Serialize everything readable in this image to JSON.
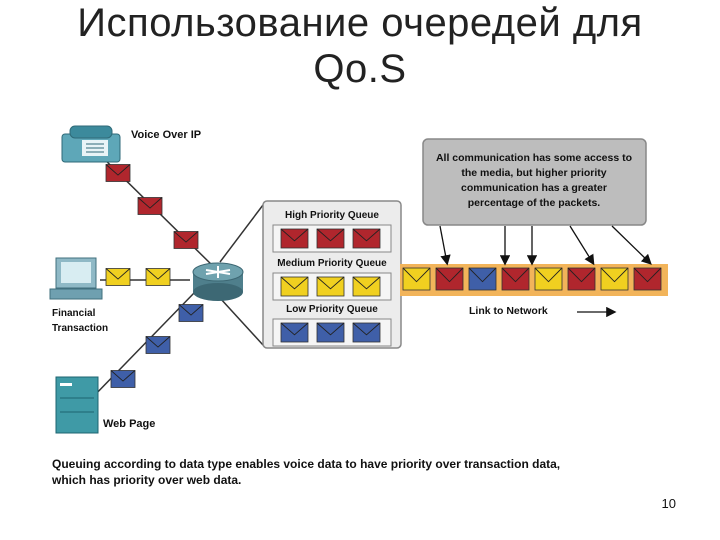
{
  "slide": {
    "title_line1": "Использование очередей для",
    "title_line2": "Qo.S",
    "page_number": "10"
  },
  "diagram": {
    "labels": {
      "voip": "Voice Over IP",
      "financial_line1": "Financial",
      "financial_line2": "Transaction",
      "web_page": "Web Page",
      "link": "Link to Network"
    },
    "callout_lines": [
      "All communication has some access to",
      "the media, but higher priority",
      "communication has a greater",
      "percentage of the packets."
    ],
    "queues": [
      {
        "name": "High Priority Queue",
        "color": "#b0262d"
      },
      {
        "name": "Medium Priority Queue",
        "color": "#f0d020"
      },
      {
        "name": "Low Priority Queue",
        "color": "#3f5fa8"
      }
    ],
    "link_sequence": [
      "medium",
      "high",
      "low",
      "high",
      "medium",
      "high",
      "medium",
      "high"
    ],
    "colors": {
      "high": "#b0262d",
      "medium": "#f0d020",
      "low": "#3f5fa8",
      "link_band": "#f2b45a",
      "callout_bg": "#bdbdbd",
      "panel_bg": "#ececec"
    }
  },
  "caption": {
    "line1": "Queuing according to data type enables voice data to have priority over transaction data,",
    "line2": "which has priority over web data."
  }
}
